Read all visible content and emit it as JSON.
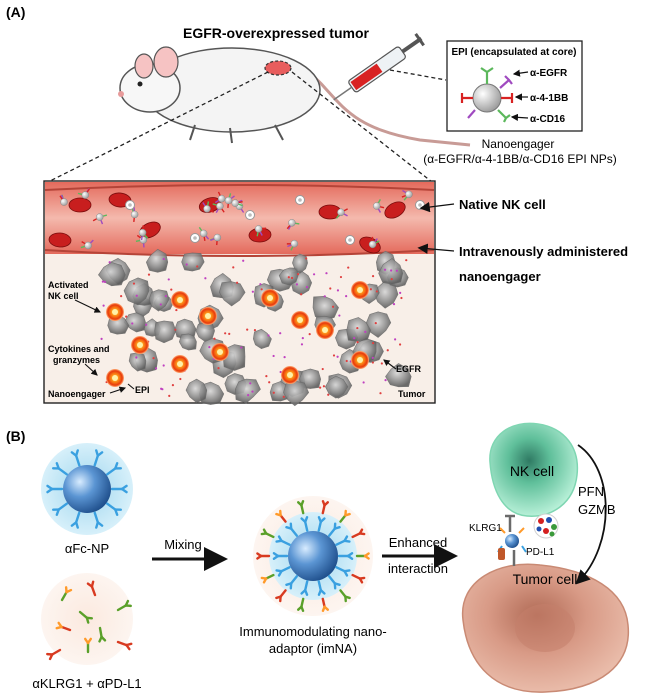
{
  "panel_a": {
    "label": "(A)",
    "title": "EGFR-overexpressed tumor",
    "legend_box": {
      "core": "EPI (encapsulated at core)",
      "ab1": "α-EGFR",
      "ab2": "α-4-1BB",
      "ab3": "α-CD16"
    },
    "nano_title": "Nanoengager",
    "nano_sub": "(α-EGFR/α-4-1BB/α-CD16 EPI NPs)",
    "native_nk": "Native NK cell",
    "iv_line1": "Intravenously administered",
    "iv_line2": "nanoengager",
    "activated_line1": "Activated",
    "activated_line2": "NK cell",
    "cytokines_line1": "Cytokines and",
    "cytokines_line2": "granzymes",
    "nanoengager": "Nanoengager",
    "epi": "EPI",
    "egfr": "EGFR",
    "tumor": "Tumor"
  },
  "panel_b": {
    "label": "(B)",
    "afc_np": "αFc-NP",
    "antibodies": "αKLRG1 + αPD-L1",
    "mixing": "Mixing",
    "imna_line1": "Immunomodulating nano-",
    "imna_line2": "adaptor (imNA)",
    "enhanced_line1": "Enhanced",
    "enhanced_line2": "interaction",
    "nk_cell": "NK cell",
    "pfn": "PFN",
    "gzmb": "GZMB",
    "klrg1": "KLRG1",
    "pdl1": "PD-L1",
    "tumor_cell": "Tumor cell"
  },
  "colors": {
    "vessel": "#e9867a",
    "rbc": "#c81e1e",
    "nk": "#ff7a1a",
    "tumor_bg": "#f7ece4",
    "tumor_cell": "#8d8d8d",
    "np_blue": "#4a82c4",
    "halo": "#bfe3f2",
    "nk_green": "#9fe6c8",
    "tumor_pink": "#d8a08c"
  }
}
